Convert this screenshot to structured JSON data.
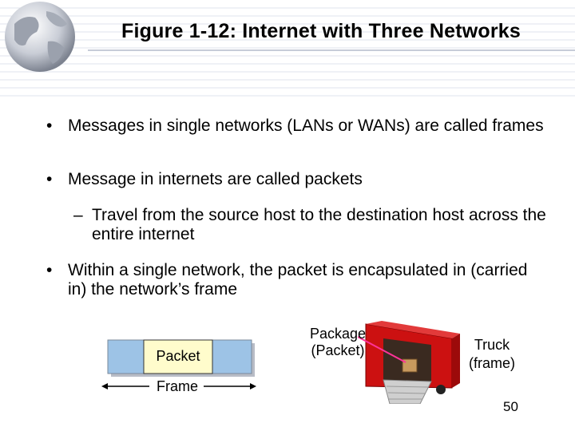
{
  "slide": {
    "title": "Figure 1-12: Internet with Three Networks",
    "bullets": [
      {
        "marker": "•",
        "text": "Messages in single networks (LANs or WANs) are called frames"
      },
      {
        "marker": "•",
        "text": "Message in internets are called packets"
      },
      {
        "marker": "–",
        "text": "Travel from the source host to the destination host across the entire internet"
      },
      {
        "marker": "•",
        "text": "Within a single network, the packet is encapsulated in (carried in) the network’s frame"
      }
    ],
    "diagram": {
      "packet_label": "Packet",
      "frame_label": "Frame",
      "package_label": "Package (Packet)",
      "truck_label": "Truck (frame)"
    },
    "page_number": "50"
  },
  "colors": {
    "frame_fill": "#9dc3e6",
    "packet_fill": "#fffccc",
    "truck_body": "#cc1111",
    "connector_line": "#ff3399"
  }
}
